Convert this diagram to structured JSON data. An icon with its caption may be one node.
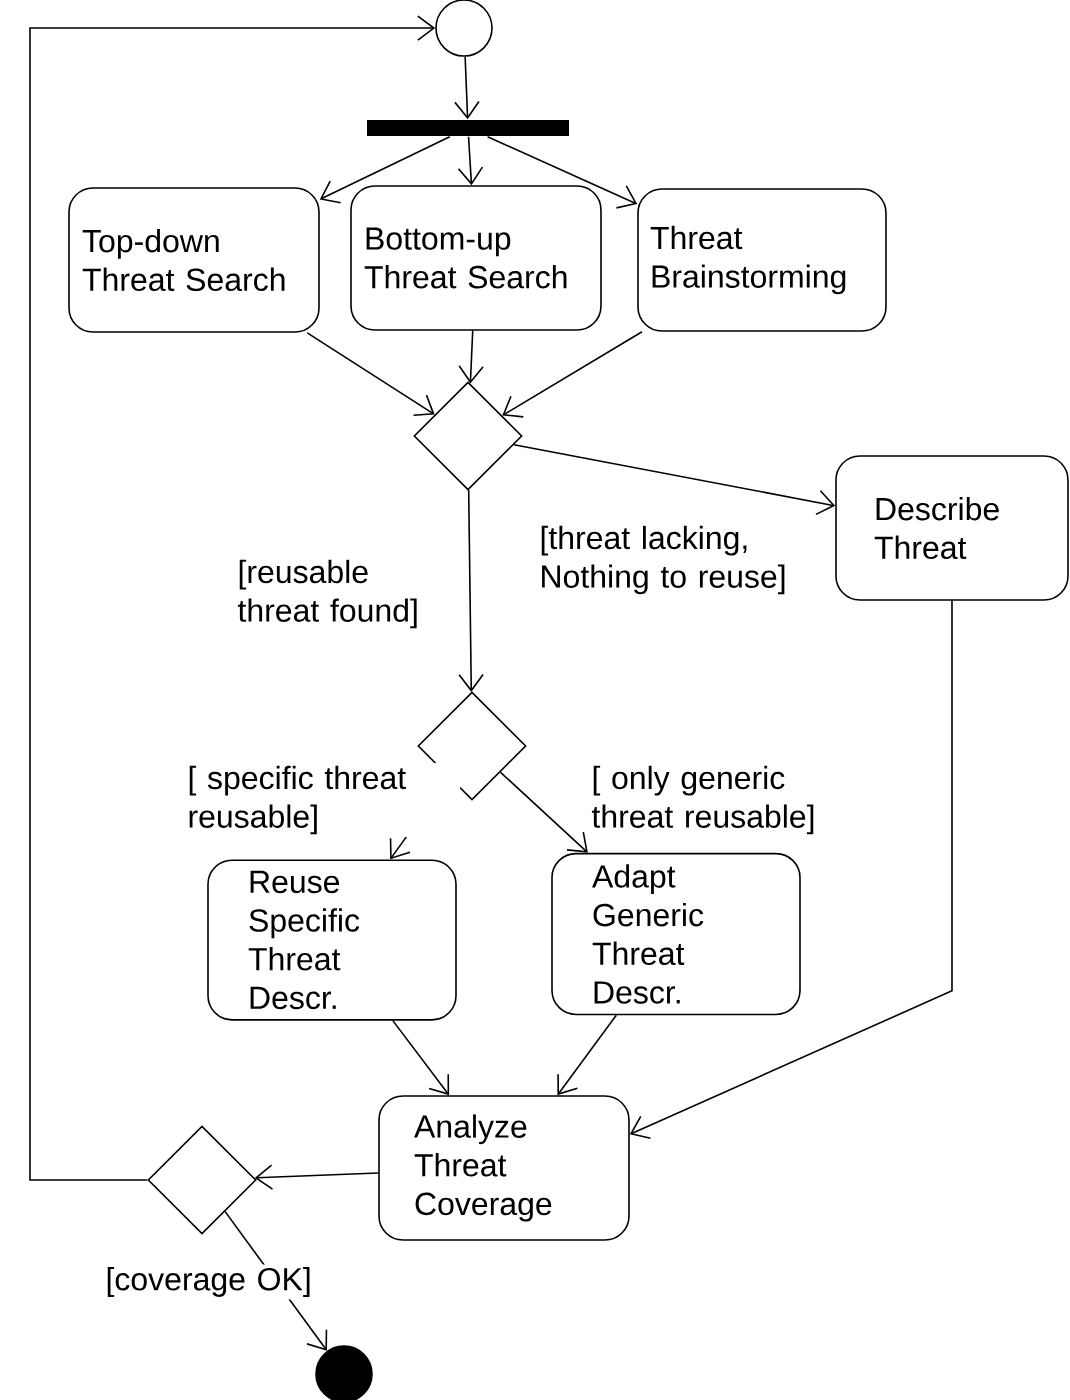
{
  "diagram": {
    "nodes": [
      {
        "text": [],
        "shape": "circle"
      },
      {
        "text": [],
        "shape": "bar"
      },
      {
        "text": [
          "Top-down Threat Search"
        ]
      },
      {
        "text": [
          "Bottom-up Threat Search"
        ]
      },
      {
        "text": [
          "Threat Brainstorming"
        ]
      },
      {
        "text": [],
        "shape": "diamond"
      },
      {
        "text": [
          "Describe Threat"
        ]
      },
      {
        "text": [],
        "shape": "diamond"
      },
      {
        "text": [
          "Reuse Specific Threat Descr."
        ]
      },
      {
        "text": [
          "Adapt Generic Threat Descr."
        ]
      },
      {
        "text": [
          "Analyze Threat Coverage"
        ]
      },
      {
        "text": [],
        "shape": "diamond"
      },
      {
        "text": [],
        "shape": "dot"
      }
    ],
    "edges": [
      {
        "from": 0,
        "to": 1,
        "arrow": "to"
      },
      {
        "from": 1,
        "to": 2,
        "arrow": "to"
      },
      {
        "from": 1,
        "to": 3,
        "arrow": "to"
      },
      {
        "from": 1,
        "to": 4,
        "arrow": "to"
      },
      {
        "from": 2,
        "to": 5,
        "arrow": "to"
      },
      {
        "from": 3,
        "to": 5,
        "arrow": "to"
      },
      {
        "from": 4,
        "to": 5,
        "arrow": "to"
      },
      {
        "from": 5,
        "to": 6,
        "arrow": "to",
        "label": "[threat lacking, Nothing to reuse]"
      },
      {
        "from": 5,
        "to": 7,
        "arrow": "to",
        "label": "[reusable threat found]"
      },
      {
        "from": 7,
        "to": 8,
        "arrow": "to",
        "label": "[ specific threat reusable]"
      },
      {
        "from": 7,
        "to": 9,
        "arrow": "to",
        "label": "[ only generic threat reusable]"
      },
      {
        "from": 8,
        "to": 10,
        "arrow": "to"
      },
      {
        "from": 9,
        "to": 10,
        "arrow": "to"
      },
      {
        "from": 6,
        "to": 10,
        "arrow": "to"
      },
      {
        "from": 10,
        "to": 11,
        "arrow": "to"
      },
      {
        "from": 11,
        "to": 0,
        "arrow": "to"
      },
      {
        "from": 11,
        "to": 12,
        "arrow": "to",
        "label": "[coverage OK]"
      }
    ]
  }
}
